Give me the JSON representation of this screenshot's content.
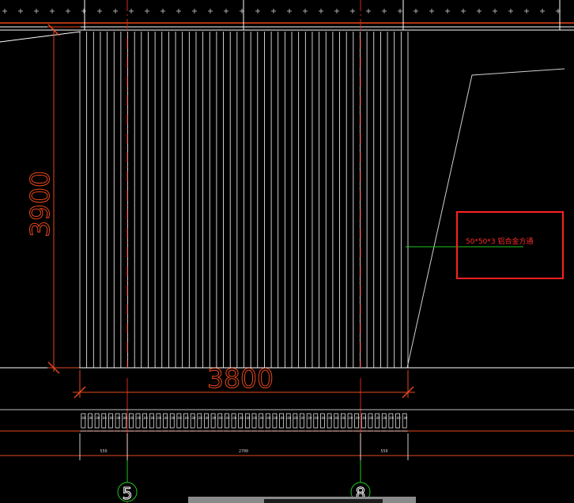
{
  "colors": {
    "background": "#000000",
    "line": "#ffffff",
    "dimension": "#e8471c",
    "axis": "#d9281c",
    "leader": "#22c322",
    "callout_text": "#ff2a2a",
    "callout_box": "#ff2020",
    "grid_marks": "#cfcfcf",
    "gray": "#8a8a8a"
  },
  "drawing": {
    "height_dimension": "3900",
    "width_dimension": "3800",
    "callout_text": "50*50*3 铝合金方通",
    "bottom_dimensions": [
      "550",
      "2700",
      "550"
    ],
    "tube_tag": "100",
    "axis_labels": [
      "5",
      "8"
    ],
    "slat_count": 48
  }
}
